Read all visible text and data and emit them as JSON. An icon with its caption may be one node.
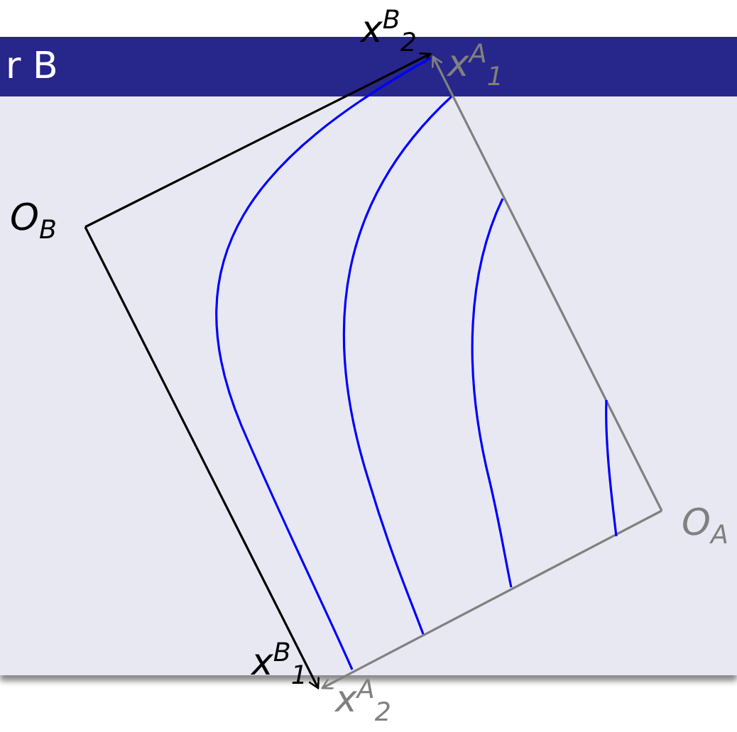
{
  "diagram": {
    "labels": [
      "r B",
      "x$^{B}$$_{2}$",
      "x$^{A}$$_{1}$",
      "O$_{B}$",
      "O$_{A}$",
      "x$^{B}$$_{1}$",
      "x$^{A}$$_{2}$"
    ]
  }
}
